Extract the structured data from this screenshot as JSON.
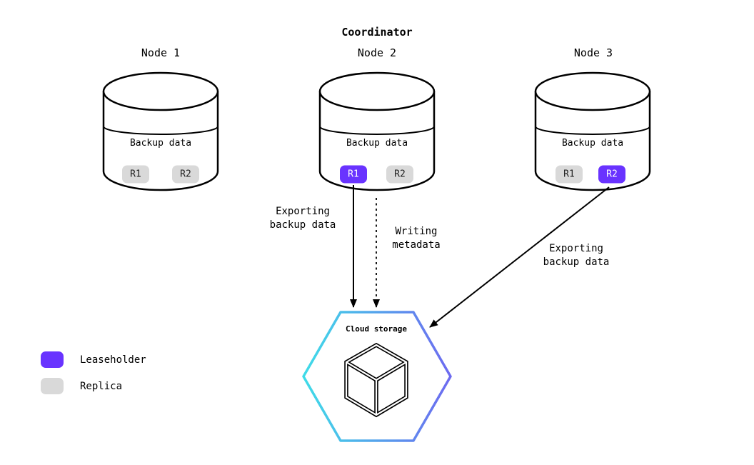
{
  "title": "Coordinator",
  "nodes": [
    {
      "label": "Node 1",
      "data_label": "Backup data",
      "replicas": [
        {
          "label": "R1",
          "type": "replica"
        },
        {
          "label": "R2",
          "type": "replica"
        }
      ]
    },
    {
      "label": "Node 2",
      "data_label": "Backup data",
      "replicas": [
        {
          "label": "R1",
          "type": "leaseholder"
        },
        {
          "label": "R2",
          "type": "replica"
        }
      ]
    },
    {
      "label": "Node 3",
      "data_label": "Backup data",
      "replicas": [
        {
          "label": "R1",
          "type": "replica"
        },
        {
          "label": "R2",
          "type": "leaseholder"
        }
      ]
    }
  ],
  "edges": [
    {
      "label_line1": "Exporting",
      "label_line2": "backup data",
      "style": "solid",
      "from": "Node 2 / R1",
      "to": "Cloud storage"
    },
    {
      "label_line1": "Writing",
      "label_line2": "metadata",
      "style": "dashed",
      "from": "Node 2",
      "to": "Cloud storage"
    },
    {
      "label_line1": "Exporting",
      "label_line2": "backup data",
      "style": "solid",
      "from": "Node 3 / R2",
      "to": "Cloud storage"
    }
  ],
  "cloud_storage": {
    "label": "Cloud storage",
    "icon": "cube-icon"
  },
  "legend": [
    {
      "label": "Leaseholder",
      "swatch_color": "#6933ff"
    },
    {
      "label": "Replica",
      "swatch_color": "#d9d9d9"
    }
  ],
  "colors": {
    "leaseholder": "#6933ff",
    "replica": "#d9d9d9",
    "hexagon_gradient_start": "#3fdce8",
    "hexagon_gradient_end": "#6d6af0",
    "stroke": "#000000"
  }
}
